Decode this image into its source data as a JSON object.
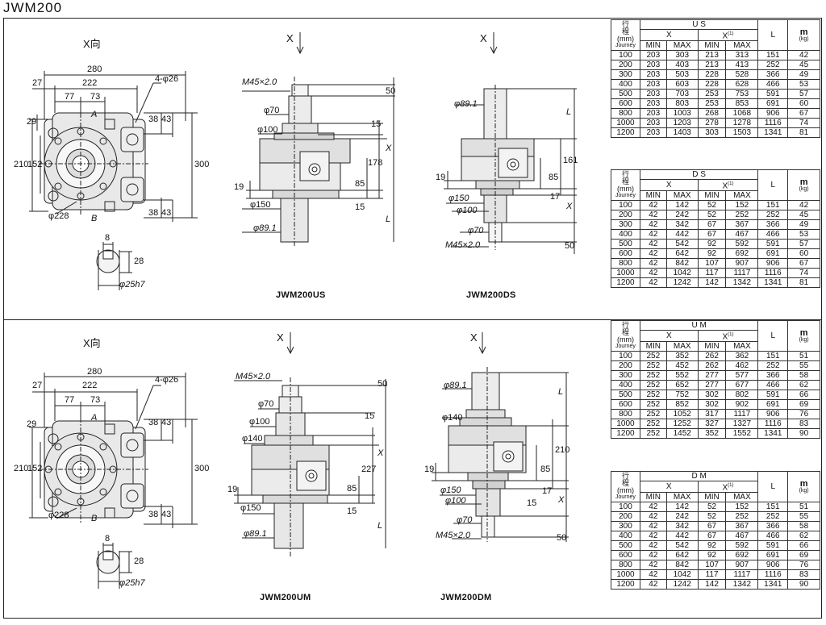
{
  "title": "JWM200",
  "direction_label": "X向",
  "x_label": "X",
  "models": {
    "us": "JWM200US",
    "ds": "JWM200DS",
    "um": "JWM200UM",
    "dm": "JWM200DM"
  },
  "plan_dims": {
    "w280": "280",
    "w222": "222",
    "d27": "27",
    "d77": "77",
    "d73": "73",
    "holes": "4-φ26",
    "a": "A",
    "b": "B",
    "d29": "29",
    "d210": "210",
    "d152": "152",
    "d228": "φ228",
    "d38a": "38",
    "d43a": "43",
    "d300": "300",
    "d38b": "38",
    "d43b": "43",
    "key8": "8",
    "key28": "28",
    "shaft": "φ25h7"
  },
  "us_dims": {
    "m45": "M45×2.0",
    "p70": "φ70",
    "p100": "φ100",
    "d19": "19",
    "p150": "φ150",
    "p89": "φ89.1",
    "d50": "50",
    "d15a": "15",
    "x": "X",
    "d178": "178",
    "d85": "85",
    "d15b": "15",
    "l": "L"
  },
  "ds_dims": {
    "p89": "φ89.1",
    "l": "L",
    "d161": "161",
    "d19": "19",
    "d85": "85",
    "p150": "φ150",
    "p100": "φ100",
    "d17": "17",
    "x": "X",
    "p70": "φ70",
    "m45": "M45×2.0",
    "d50": "50"
  },
  "um_dims": {
    "m45": "M45×2.0",
    "p70": "φ70",
    "p100": "φ100",
    "p140": "φ140",
    "d19": "19",
    "p150": "φ150",
    "p89": "φ89.1",
    "d50": "50",
    "d15a": "15",
    "x": "X",
    "d227": "227",
    "d85": "85",
    "d15b": "15",
    "l": "L"
  },
  "dm_dims": {
    "p89": "φ89.1",
    "p140": "φ140",
    "l": "L",
    "d210": "210",
    "d19": "19",
    "d85": "85",
    "p150": "φ150",
    "p100": "φ100",
    "d15": "15",
    "d17": "17",
    "x": "X",
    "p70": "φ70",
    "m45": "M45×2.0",
    "d50": "50"
  },
  "table_header": {
    "stroke1": "行",
    "stroke2": "程",
    "unit": "(mm)",
    "journey": "Journey",
    "x": "X",
    "x1": "X",
    "x1sup": "(1)",
    "min": "MIN",
    "max": "MAX",
    "l": "L",
    "m": "m",
    "kg": "(kg)"
  },
  "tables": {
    "us": {
      "name": "U S",
      "rows": [
        [
          "100",
          "203",
          "303",
          "213",
          "313",
          "151",
          "42"
        ],
        [
          "200",
          "203",
          "403",
          "213",
          "413",
          "252",
          "45"
        ],
        [
          "300",
          "203",
          "503",
          "228",
          "528",
          "366",
          "49"
        ],
        [
          "400",
          "203",
          "603",
          "228",
          "628",
          "466",
          "53"
        ],
        [
          "500",
          "203",
          "703",
          "253",
          "753",
          "591",
          "57"
        ],
        [
          "600",
          "203",
          "803",
          "253",
          "853",
          "691",
          "60"
        ],
        [
          "800",
          "203",
          "1003",
          "268",
          "1068",
          "906",
          "67"
        ],
        [
          "1000",
          "203",
          "1203",
          "278",
          "1278",
          "1116",
          "74"
        ],
        [
          "1200",
          "203",
          "1403",
          "303",
          "1503",
          "1341",
          "81"
        ]
      ]
    },
    "ds": {
      "name": "D S",
      "rows": [
        [
          "100",
          "42",
          "142",
          "52",
          "152",
          "151",
          "42"
        ],
        [
          "200",
          "42",
          "242",
          "52",
          "252",
          "252",
          "45"
        ],
        [
          "300",
          "42",
          "342",
          "67",
          "367",
          "366",
          "49"
        ],
        [
          "400",
          "42",
          "442",
          "67",
          "467",
          "466",
          "53"
        ],
        [
          "500",
          "42",
          "542",
          "92",
          "592",
          "591",
          "57"
        ],
        [
          "600",
          "42",
          "642",
          "92",
          "692",
          "691",
          "60"
        ],
        [
          "800",
          "42",
          "842",
          "107",
          "907",
          "906",
          "67"
        ],
        [
          "1000",
          "42",
          "1042",
          "117",
          "1117",
          "1116",
          "74"
        ],
        [
          "1200",
          "42",
          "1242",
          "142",
          "1342",
          "1341",
          "81"
        ]
      ]
    },
    "um": {
      "name": "U M",
      "rows": [
        [
          "100",
          "252",
          "352",
          "262",
          "362",
          "151",
          "51"
        ],
        [
          "200",
          "252",
          "452",
          "262",
          "462",
          "252",
          "55"
        ],
        [
          "300",
          "252",
          "552",
          "277",
          "577",
          "366",
          "58"
        ],
        [
          "400",
          "252",
          "652",
          "277",
          "677",
          "466",
          "62"
        ],
        [
          "500",
          "252",
          "752",
          "302",
          "802",
          "591",
          "66"
        ],
        [
          "600",
          "252",
          "852",
          "302",
          "902",
          "691",
          "69"
        ],
        [
          "800",
          "252",
          "1052",
          "317",
          "1117",
          "906",
          "76"
        ],
        [
          "1000",
          "252",
          "1252",
          "327",
          "1327",
          "1116",
          "83"
        ],
        [
          "1200",
          "252",
          "1452",
          "352",
          "1552",
          "1341",
          "90"
        ]
      ]
    },
    "dm": {
      "name": "D M",
      "rows": [
        [
          "100",
          "42",
          "142",
          "52",
          "152",
          "151",
          "51"
        ],
        [
          "200",
          "42",
          "242",
          "52",
          "252",
          "252",
          "55"
        ],
        [
          "300",
          "42",
          "342",
          "67",
          "367",
          "366",
          "58"
        ],
        [
          "400",
          "42",
          "442",
          "67",
          "467",
          "466",
          "62"
        ],
        [
          "500",
          "42",
          "542",
          "92",
          "592",
          "591",
          "66"
        ],
        [
          "600",
          "42",
          "642",
          "92",
          "692",
          "691",
          "69"
        ],
        [
          "800",
          "42",
          "842",
          "107",
          "907",
          "906",
          "76"
        ],
        [
          "1000",
          "42",
          "1042",
          "117",
          "1117",
          "1116",
          "83"
        ],
        [
          "1200",
          "42",
          "1242",
          "142",
          "1342",
          "1341",
          "90"
        ]
      ]
    }
  }
}
